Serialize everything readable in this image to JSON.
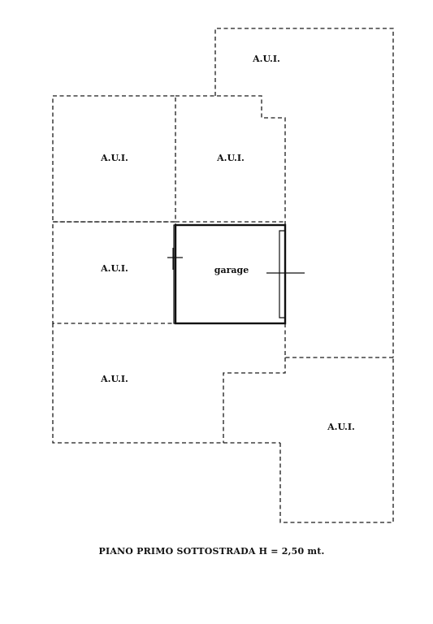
{
  "rooms": [
    {
      "label": "A.U.I."
    },
    {
      "label": "A.U.I."
    },
    {
      "label": "A.U.I."
    },
    {
      "label": "A.U.I."
    },
    {
      "label": "A.U.I."
    },
    {
      "label": "A.U.I."
    }
  ],
  "garage": {
    "label": "garage"
  },
  "caption": "PIANO PRIMO SOTTOSTRADA  H = 2,50 mt."
}
